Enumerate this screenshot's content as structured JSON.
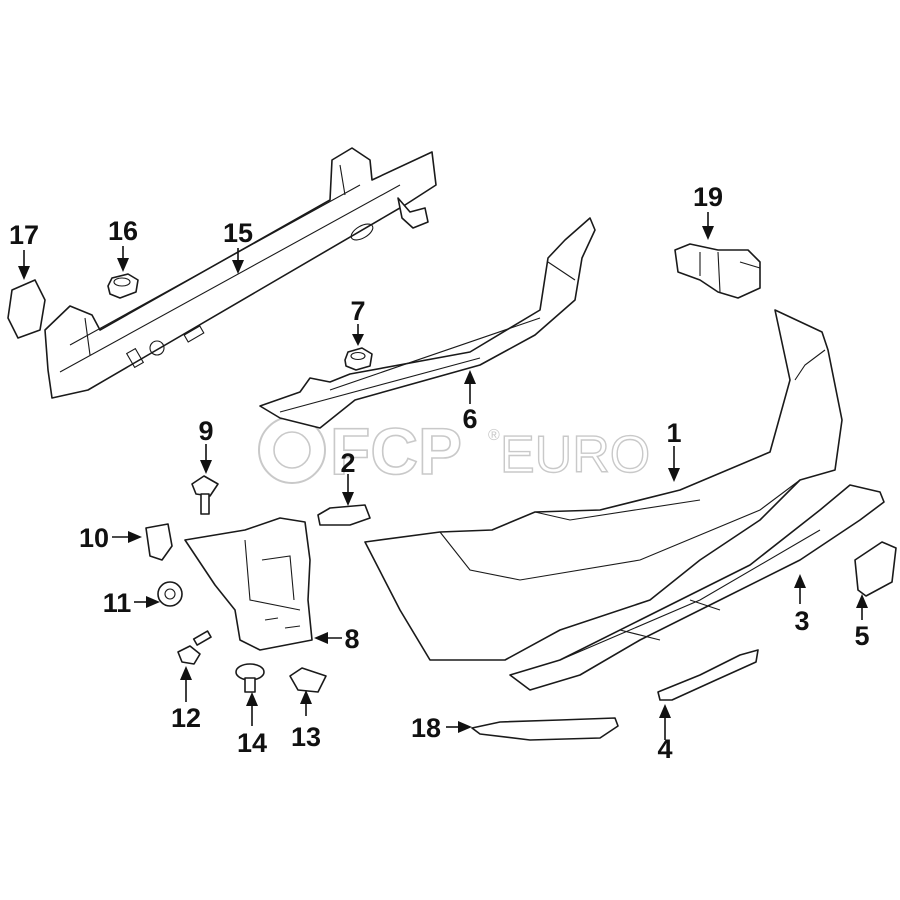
{
  "watermark": {
    "brand": "FCP",
    "suffix": "EURO",
    "mark": "®",
    "color": "#c9c9c9"
  },
  "callouts": [
    {
      "id": "1",
      "label": "1"
    },
    {
      "id": "2",
      "label": "2"
    },
    {
      "id": "3",
      "label": "3"
    },
    {
      "id": "4",
      "label": "4"
    },
    {
      "id": "5",
      "label": "5"
    },
    {
      "id": "6",
      "label": "6"
    },
    {
      "id": "7",
      "label": "7"
    },
    {
      "id": "8",
      "label": "8"
    },
    {
      "id": "9",
      "label": "9"
    },
    {
      "id": "10",
      "label": "10"
    },
    {
      "id": "11",
      "label": "11"
    },
    {
      "id": "12",
      "label": "12"
    },
    {
      "id": "13",
      "label": "13"
    },
    {
      "id": "14",
      "label": "14"
    },
    {
      "id": "15",
      "label": "15"
    },
    {
      "id": "16",
      "label": "16"
    },
    {
      "id": "17",
      "label": "17"
    },
    {
      "id": "18",
      "label": "18"
    },
    {
      "id": "19",
      "label": "19"
    }
  ]
}
